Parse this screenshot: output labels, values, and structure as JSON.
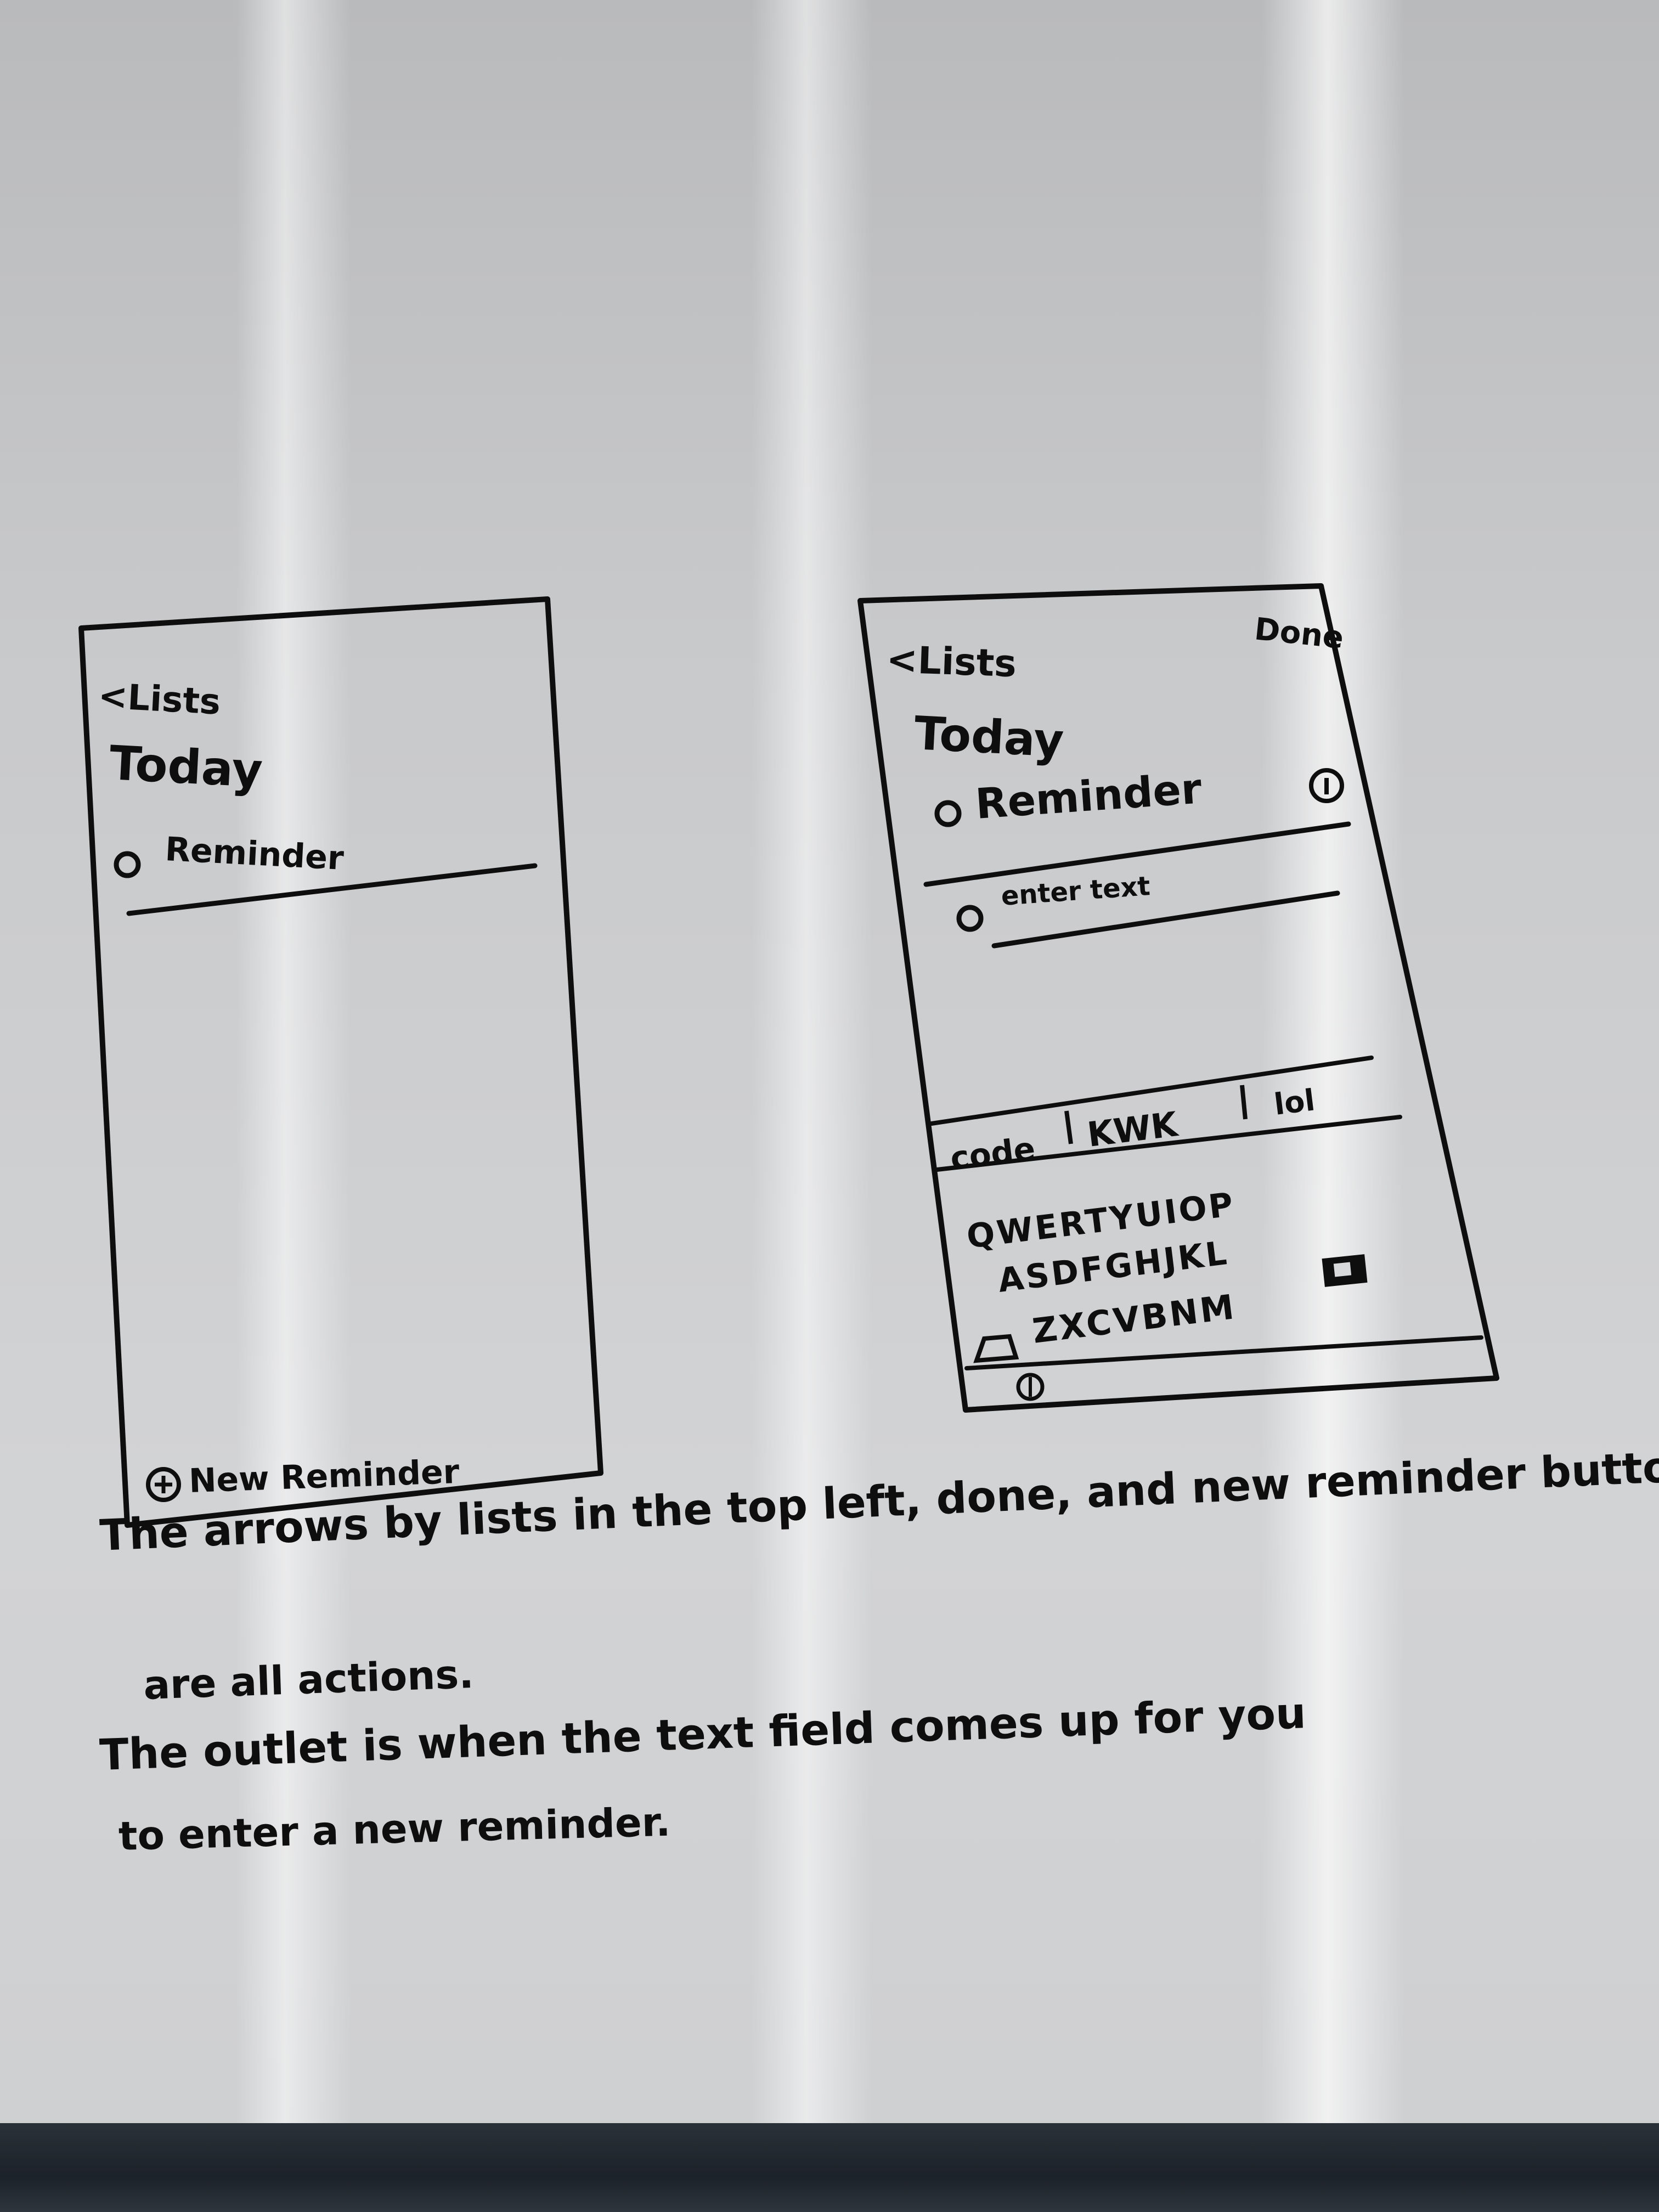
{
  "screen1": {
    "back_label": "<Lists",
    "list_title": "Today",
    "reminder_label": "Reminder",
    "new_reminder_label": "New Reminder"
  },
  "screen2": {
    "back_label": "<Lists",
    "done_label": "Done",
    "list_title": "Today",
    "reminder_label": "Reminder",
    "input_placeholder": "enter text",
    "suggestions": [
      "code",
      "KWK",
      "lol"
    ],
    "keyboard_rows": [
      "QWERTYUIOP",
      "ASDFGHJKL",
      "ZXCVBNM"
    ]
  },
  "notes": {
    "line1": "The arrows by lists in the top left, done, and new reminder button",
    "line2": "are all actions.",
    "line3": "The outlet is when the text field comes up for you",
    "line4": "to enter a new reminder."
  }
}
